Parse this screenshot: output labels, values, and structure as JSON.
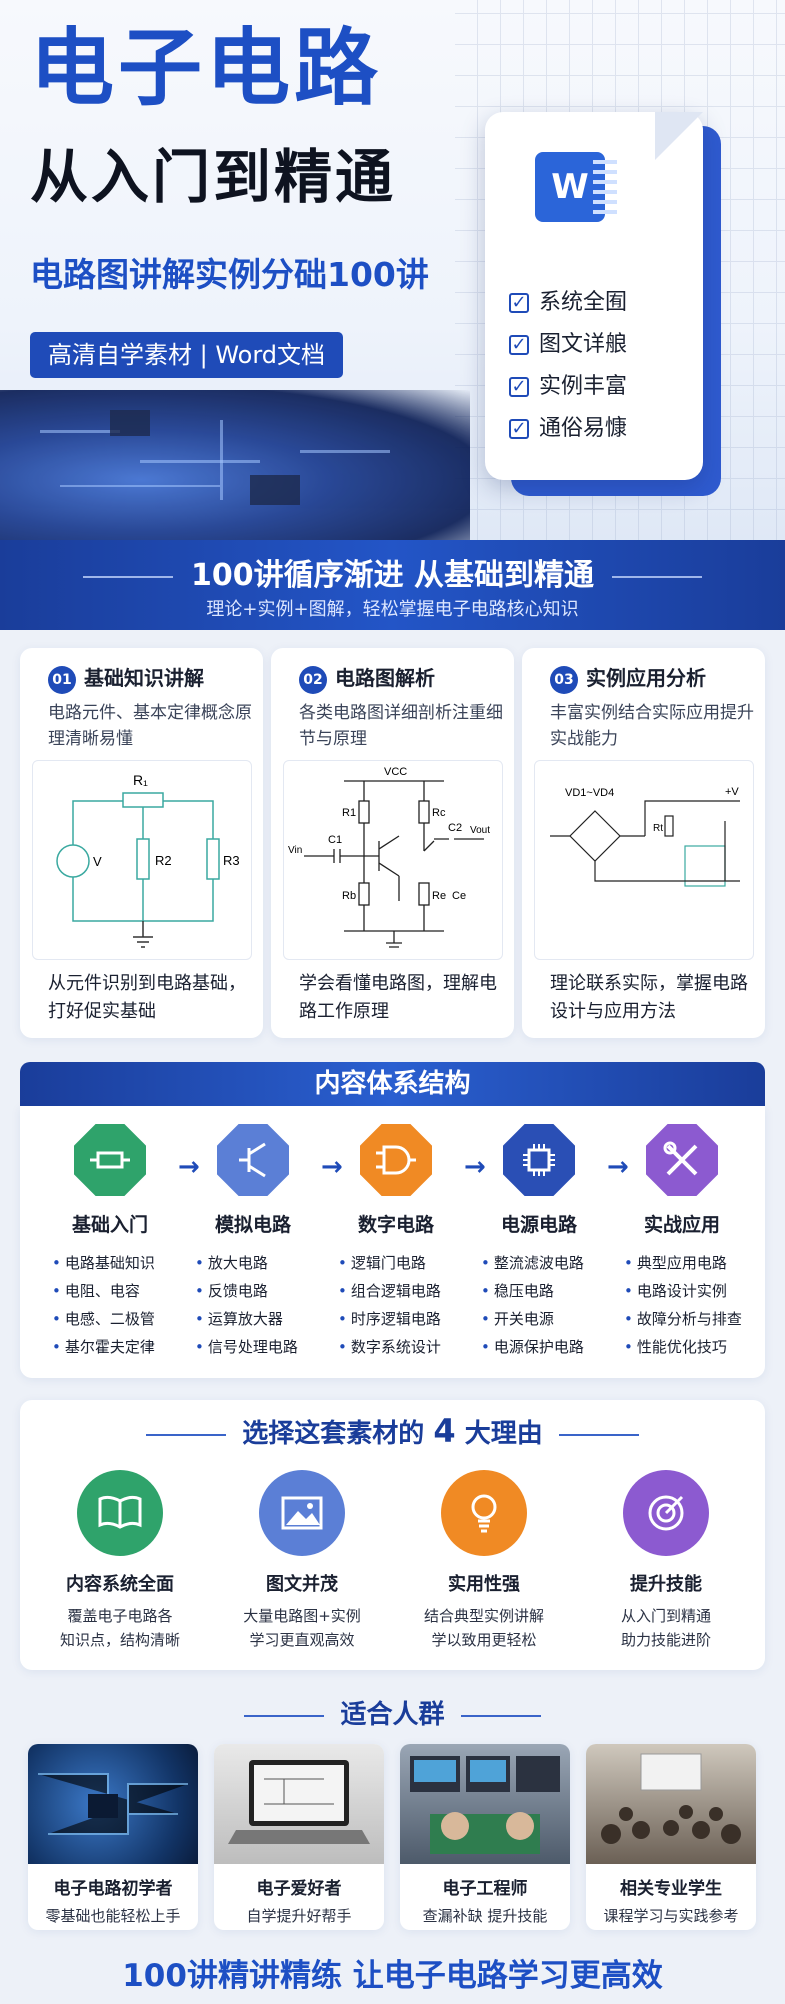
{
  "hero": {
    "title": "电子电路",
    "subtitle": "从入门到精通",
    "tagline": "电路图讲解实例分础100讲",
    "tag": "高清自学素材 | Word文档",
    "word_logo": "W",
    "checklist": [
      "系统全囿",
      "图文详艆",
      "实例丰富",
      "通俗易慷"
    ]
  },
  "banner": {
    "main": "100讲循序渐进  从基础到精通",
    "sub": "理论+实例+图解，轻松掌握电子电路核心知识"
  },
  "features": [
    {
      "num": "01",
      "title": "基础知识讲解",
      "desc": "电路元件、基本定律概念原理清晰易懂",
      "bottom": "从元件识别到电路基础，打好促实基础",
      "labels": {
        "r1": "R₁",
        "v": "V",
        "r2": "R2",
        "r3": "R3"
      }
    },
    {
      "num": "02",
      "title": "电路图解析",
      "desc": "各类电路图详细剖析注重细节与原理",
      "bottom": "学会看懂电路图，理解电路工作原理",
      "labels": {
        "vcc": "VCC",
        "r1": "R1",
        "rc": "Rc",
        "c1": "C1",
        "c2": "C2",
        "vin": "Vin",
        "vout": "Vout",
        "rb": "Rb",
        "re": "Re",
        "ce": "Ce"
      }
    },
    {
      "num": "03",
      "title": "实例应用分析",
      "desc": "丰富实例结合实际应用提升实战能力",
      "bottom": "理论联系实际，掌握电路设计与应用方法",
      "labels": {
        "vd": "VD1~VD4",
        "plus": "+V",
        "rt": "Rt"
      }
    }
  ],
  "structure": {
    "title": "内容体系结构",
    "columns": [
      {
        "title": "基础入门",
        "icon": "resistor-icon",
        "color": "#2fa36b",
        "items": [
          "电路基础知识",
          "电阻、电容",
          "电感、二极管",
          "基尔霍夫定律"
        ]
      },
      {
        "title": "模拟电路",
        "icon": "transistor-icon",
        "color": "#5b7fd6",
        "items": [
          "放大电路",
          "反馈电路",
          "运算放大器",
          "信号处理电路"
        ]
      },
      {
        "title": "数字电路",
        "icon": "logic-gate-icon",
        "color": "#f08a24",
        "items": [
          "逻辑门电路",
          "组合逻辑电路",
          "时序逻辑电路",
          "数字系统设计"
        ]
      },
      {
        "title": "电源电路",
        "icon": "chip-icon",
        "color": "#2a4fb5",
        "items": [
          "整流滤波电路",
          "稳压电路",
          "开关电源",
          "电源保护电路"
        ]
      },
      {
        "title": "实战应用",
        "icon": "tools-icon",
        "color": "#8c5ad0",
        "items": [
          "典型应用电路",
          "电路设计实例",
          "故障分析与排查",
          "性能优化技巧"
        ]
      }
    ]
  },
  "reasons": {
    "title_pre": "选择这套素材的",
    "title_num": "4",
    "title_post": "大理由",
    "items": [
      {
        "title": "内容系统全面",
        "icon": "book-icon",
        "color": "#2fa36b",
        "line1": "覆盖电子电路各",
        "line2": "知识点，结构清晰"
      },
      {
        "title": "图文并茂",
        "icon": "image-icon",
        "color": "#5b7fd6",
        "line1": "大量电路图+实例",
        "line2": "学习更直观高效"
      },
      {
        "title": "实用性强",
        "icon": "bulb-icon",
        "color": "#f08a24",
        "line1": "结合典型实例讲解",
        "line2": "学以致用更轻松"
      },
      {
        "title": "提升技能",
        "icon": "target-icon",
        "color": "#8c5ad0",
        "line1": "从入门到精通",
        "line2": "助力技能进阶"
      }
    ]
  },
  "audience": {
    "title": "适合人群",
    "items": [
      {
        "title": "电子电路初学者",
        "desc": "零基础也能轻松上手"
      },
      {
        "title": "电子爱好者",
        "desc": "自学提升好帮手"
      },
      {
        "title": "电子工程师",
        "desc": "查漏补缺 提升技能"
      },
      {
        "title": "相关专业学生",
        "desc": "课程学习与实践参考"
      }
    ]
  },
  "footer": "100讲精讲精练  让电子电路学习更高效"
}
